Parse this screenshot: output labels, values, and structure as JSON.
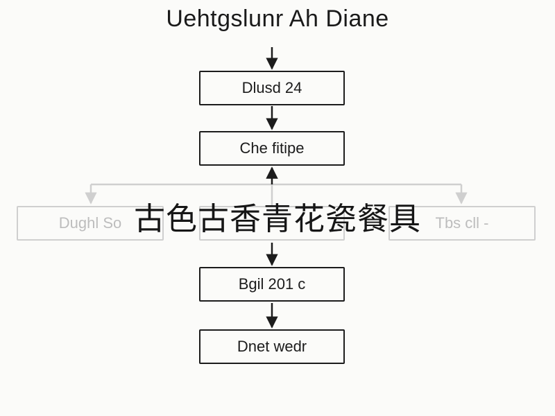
{
  "diagram": {
    "title": "Uehtgslunr Ah Diane",
    "nodes": {
      "step1": "Dlusd 24",
      "step2": "Che fitipe",
      "step3": "Bgil 201 c",
      "step4": "Dnet wedr"
    },
    "faded_nodes": {
      "left": "Dughl So",
      "center": "",
      "right": "Tbs cll -"
    },
    "overlay_caption": "古色古香青花瓷餐具",
    "colors": {
      "main_stroke": "#1c1c1c",
      "faded_stroke": "#cfcfcf",
      "faded_text": "#bdbdbd",
      "background": "#fbfbf9"
    }
  }
}
